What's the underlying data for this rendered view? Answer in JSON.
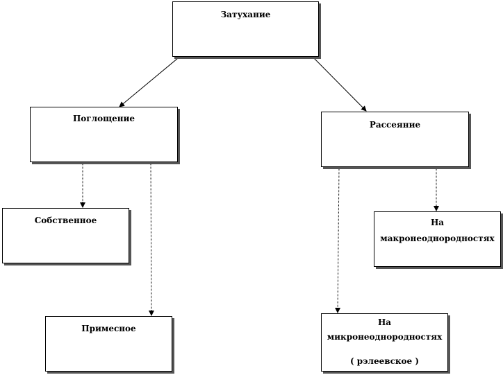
{
  "nodes": {
    "root": {
      "label": "Затухание"
    },
    "absorption": {
      "label": "Поглощение"
    },
    "scattering": {
      "label": "Рассеяние"
    },
    "intrinsic": {
      "label": "Собственное"
    },
    "impurity": {
      "label": "Примесное"
    },
    "macro": {
      "line1": "На",
      "line2": "макронеоднородностях"
    },
    "micro": {
      "line1": "На",
      "line2": "микронеоднородностях",
      "line3": "( рэлеевское )"
    }
  }
}
